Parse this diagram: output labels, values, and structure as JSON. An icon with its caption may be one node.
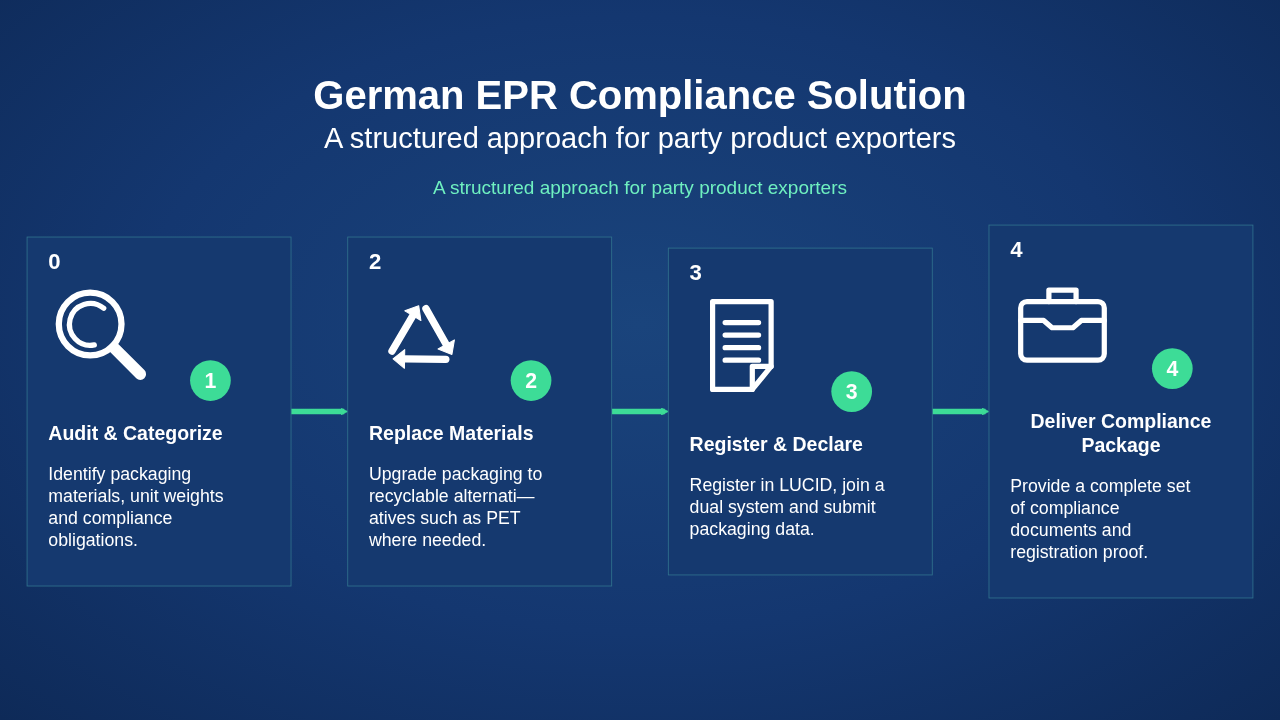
{
  "diagram": {
    "title": "German EPR Compliance Solution",
    "nodes": [
      {
        "text": [
          "0",
          "1",
          "Audit & Categorize",
          "Identify packaging materials, unit weights and compliance obligations."
        ]
      },
      {
        "text": [
          "2",
          "2",
          "Replace Materials",
          "Upgrade packaging to recyclable alternati— atives such as PET where needed."
        ]
      },
      {
        "text": [
          "3",
          "3",
          "Register & Declare",
          "Register in LUCID, join a dual system and submit packaging data."
        ]
      },
      {
        "text": [
          "4",
          "4",
          "Deliver Compliance Package",
          "Provide a complete set of compliance documents and registration proof."
        ]
      }
    ],
    "edges": [
      {
        "from": 0,
        "to": 1,
        "arrow": "to"
      },
      {
        "from": 1,
        "to": 2,
        "arrow": "to"
      },
      {
        "from": 2,
        "to": 3,
        "arrow": "to"
      }
    ],
    "labels": [
      "A structured approach for party product exporters",
      "A structured approach for party product exporters"
    ]
  }
}
